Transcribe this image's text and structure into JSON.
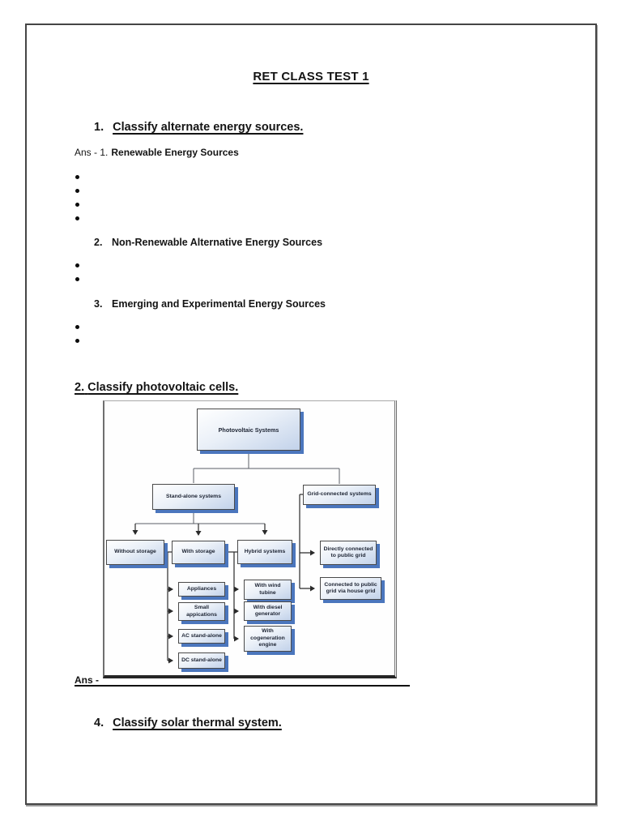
{
  "document": {
    "title": "RET CLASS TEST 1",
    "q1": {
      "number": "1.",
      "label": "Classify alternate energy sources."
    },
    "ans1": {
      "prefix": "Ans - 1.",
      "section1": {
        "heading": "Renewable Energy Sources",
        "bullet_count": 4
      },
      "section2": {
        "number": "2.",
        "heading": "Non-Renewable Alternative Energy Sources",
        "bullet_count": 2
      },
      "section3": {
        "number": "3.",
        "heading": "Emerging and Experimental Energy Sources",
        "bullet_count": 2
      }
    },
    "q2": {
      "number": "2.",
      "label": "Classify photovoltaic cells."
    },
    "ans2_prefix": "Ans -",
    "q4": {
      "number": "4.",
      "label": "Classify solar thermal system."
    }
  },
  "diagram": {
    "type": "flowchart",
    "nodes": {
      "pv": "Photovoltaic Systems",
      "standalone": "Stand-alone systems",
      "grid": "Grid-connected systems",
      "without_storage": "Without storage",
      "with_storage": "With storage",
      "hybrid": "Hybrid systems",
      "appliances": "Appliances",
      "small_applications": "Small appications",
      "ac_standalone": "AC stand-alone",
      "dc_standalone": "DC stand-alone",
      "wind_turbine": "With wind tubine",
      "diesel_generator": "With diesel generator",
      "cogeneration_engine": "With cogeneration engine",
      "directly_connected": "Directly connected to public grid",
      "via_house_grid": "Connected to public grid via house grid"
    },
    "hierarchy": {
      "Photovoltaic Systems": [
        "Stand-alone systems",
        "Grid-connected systems"
      ],
      "Stand-alone systems": [
        "Without storage",
        "With storage",
        "Hybrid systems"
      ],
      "With storage": [
        "Appliances",
        "Small appications",
        "AC stand-alone",
        "DC stand-alone"
      ],
      "Hybrid systems": [
        "With wind tubine",
        "With diesel generator",
        "With cogeneration engine"
      ],
      "Grid-connected systems": [
        "Directly connected to public grid",
        "Connected to public grid via house grid"
      ]
    },
    "colors": {
      "box_fill_top": "#ffffff",
      "box_fill_bottom": "#c2d2ea",
      "box_border": "#4a4a4a",
      "box_shadow": "#4b76bd",
      "connector": "#3f3f3f"
    }
  }
}
